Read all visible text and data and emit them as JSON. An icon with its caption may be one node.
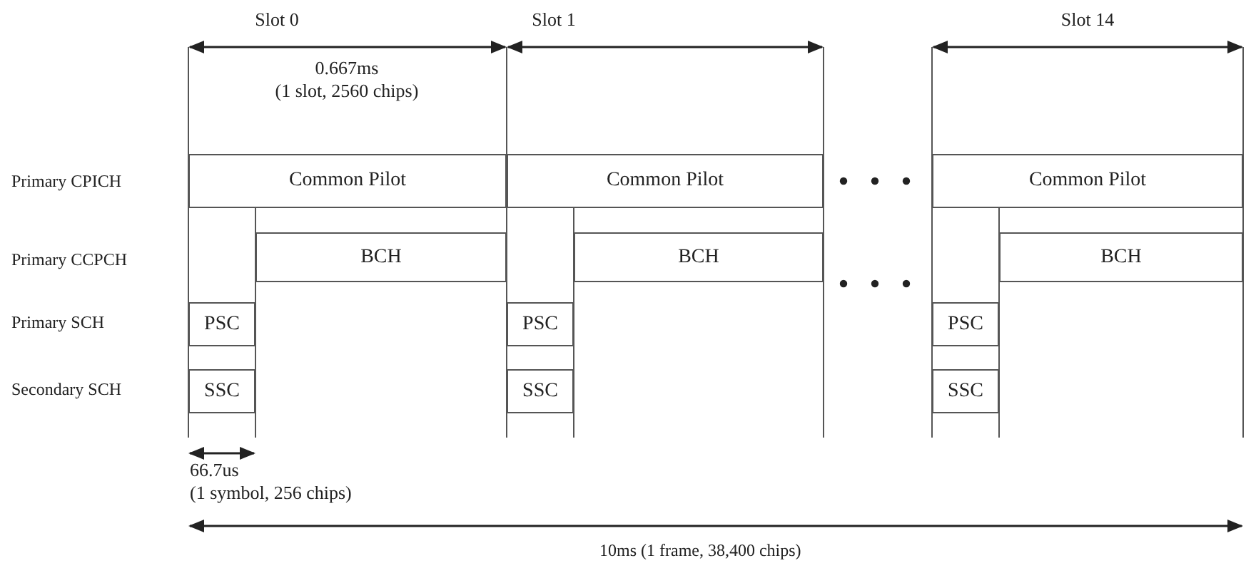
{
  "diagram": {
    "nodes": [
      {
        "text": [
          "Common Pilot"
        ]
      },
      {
        "text": [
          "BCH"
        ]
      },
      {
        "text": [
          "PSC"
        ]
      },
      {
        "text": [
          "SSC"
        ]
      },
      {
        "text": [
          "Common Pilot"
        ]
      },
      {
        "text": [
          "BCH"
        ]
      },
      {
        "text": [
          "PSC"
        ]
      },
      {
        "text": [
          "SSC"
        ]
      },
      {
        "text": [
          "Common Pilot"
        ]
      },
      {
        "text": [
          "BCH"
        ]
      },
      {
        "text": [
          "PSC"
        ]
      },
      {
        "text": [
          "SSC"
        ]
      }
    ],
    "labels": [
      "Slot 0",
      "Slot 1",
      "Slot 14",
      "0.667ms (1 slot, 2560 chips)",
      "Primary CPICH",
      "Primary CCPCH",
      "Primary SCH",
      "Secondary SCH",
      "66.7us (1 symbol, 256 chips)",
      "10ms (1 frame, 38,400 chips)"
    ]
  }
}
